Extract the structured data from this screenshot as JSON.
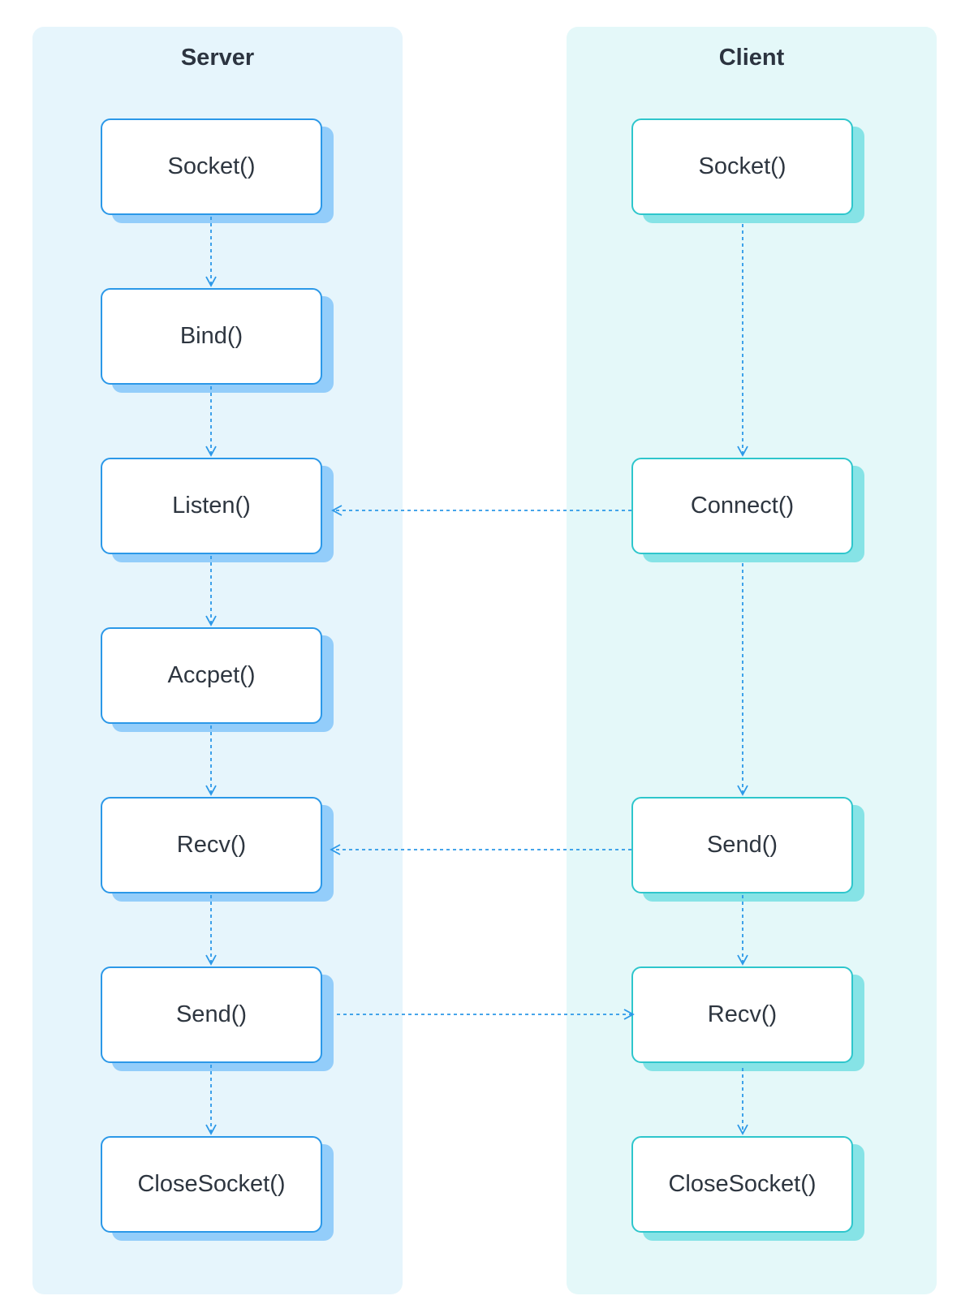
{
  "server": {
    "title": "Server",
    "steps": [
      "Socket()",
      "Bind()",
      "Listen()",
      "Accpet()",
      "Recv()",
      "Send()",
      "CloseSocket()"
    ]
  },
  "client": {
    "title": "Client",
    "steps": [
      "Socket()",
      "Connect()",
      "Send()",
      "Recv()",
      "CloseSocket()"
    ]
  },
  "colors": {
    "server_border": "#2b98e8",
    "server_shadow": "#93cdfa",
    "client_border": "#2ec6cc",
    "client_shadow": "#86e3e6",
    "arrow": "#2b98e8"
  }
}
